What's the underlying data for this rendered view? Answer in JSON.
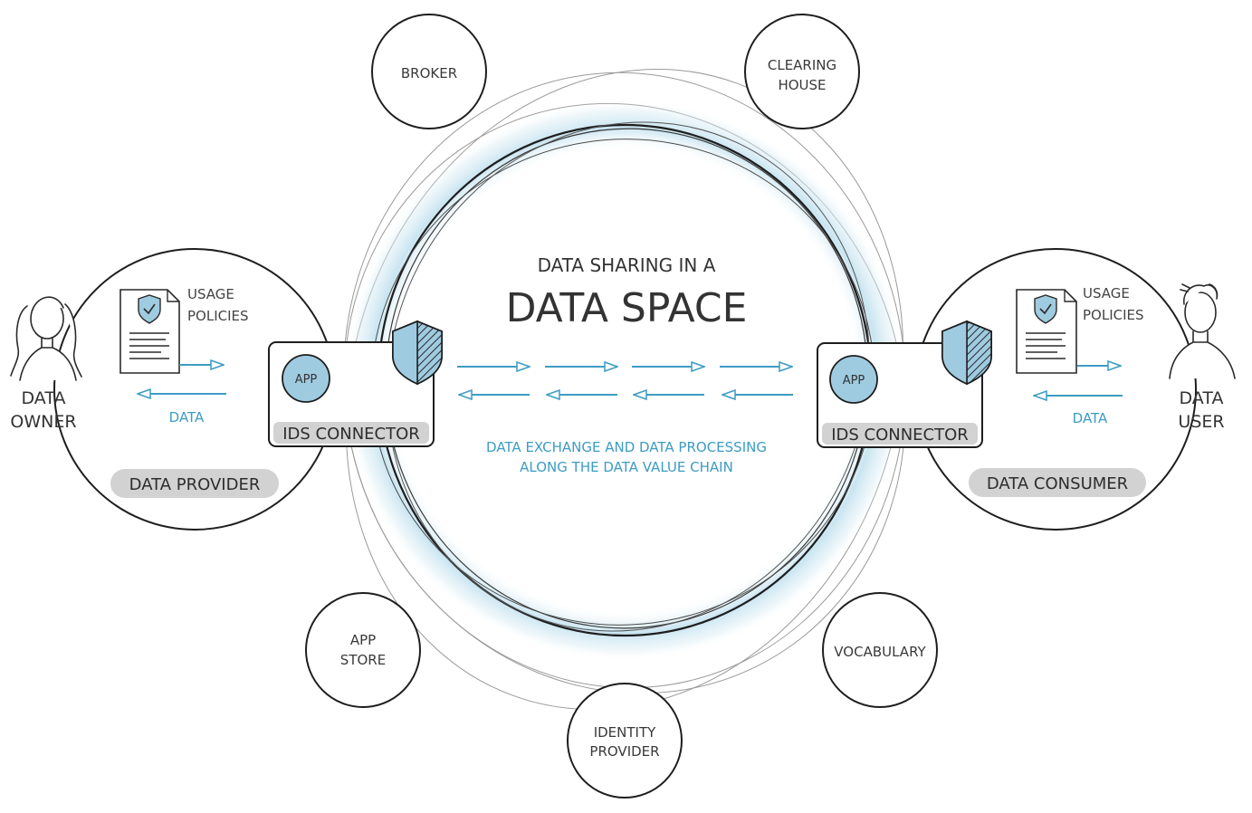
{
  "title": {
    "line1": "DATA SHARING IN A",
    "line2": "DATA SPACE"
  },
  "subtitle": {
    "line1": "DATA EXCHANGE AND DATA PROCESSING",
    "line2": "ALONG THE DATA VALUE CHAIN"
  },
  "services": {
    "broker": [
      "BROKER"
    ],
    "clearing_house": [
      "CLEARING",
      "HOUSE"
    ],
    "app_store": [
      "APP",
      "STORE"
    ],
    "identity_provider": [
      "IDENTITY",
      "PROVIDER"
    ],
    "vocabulary": [
      "VOCABULARY"
    ]
  },
  "provider": {
    "role_line1": "DATA",
    "role_line2": "OWNER",
    "policies_line1": "USAGE",
    "policies_line2": "POLICIES",
    "data_label": "DATA",
    "pill": "DATA PROVIDER"
  },
  "consumer": {
    "role_line1": "DATA",
    "role_line2": "USER",
    "policies_line1": "USAGE",
    "policies_line2": "POLICIES",
    "data_label": "DATA",
    "pill": "DATA CONSUMER"
  },
  "connectors": {
    "left": {
      "app": "APP",
      "label": "IDS CONNECTOR"
    },
    "right": {
      "app": "APP",
      "label": "IDS CONNECTOR"
    }
  },
  "colors": {
    "accent_blue": "#3d9cc4",
    "fill_blue": "#9fcbe0",
    "glow_blue": "#bfe0ee",
    "outline": "#1e1e1e",
    "pill_grey": "#d2d2d2"
  }
}
